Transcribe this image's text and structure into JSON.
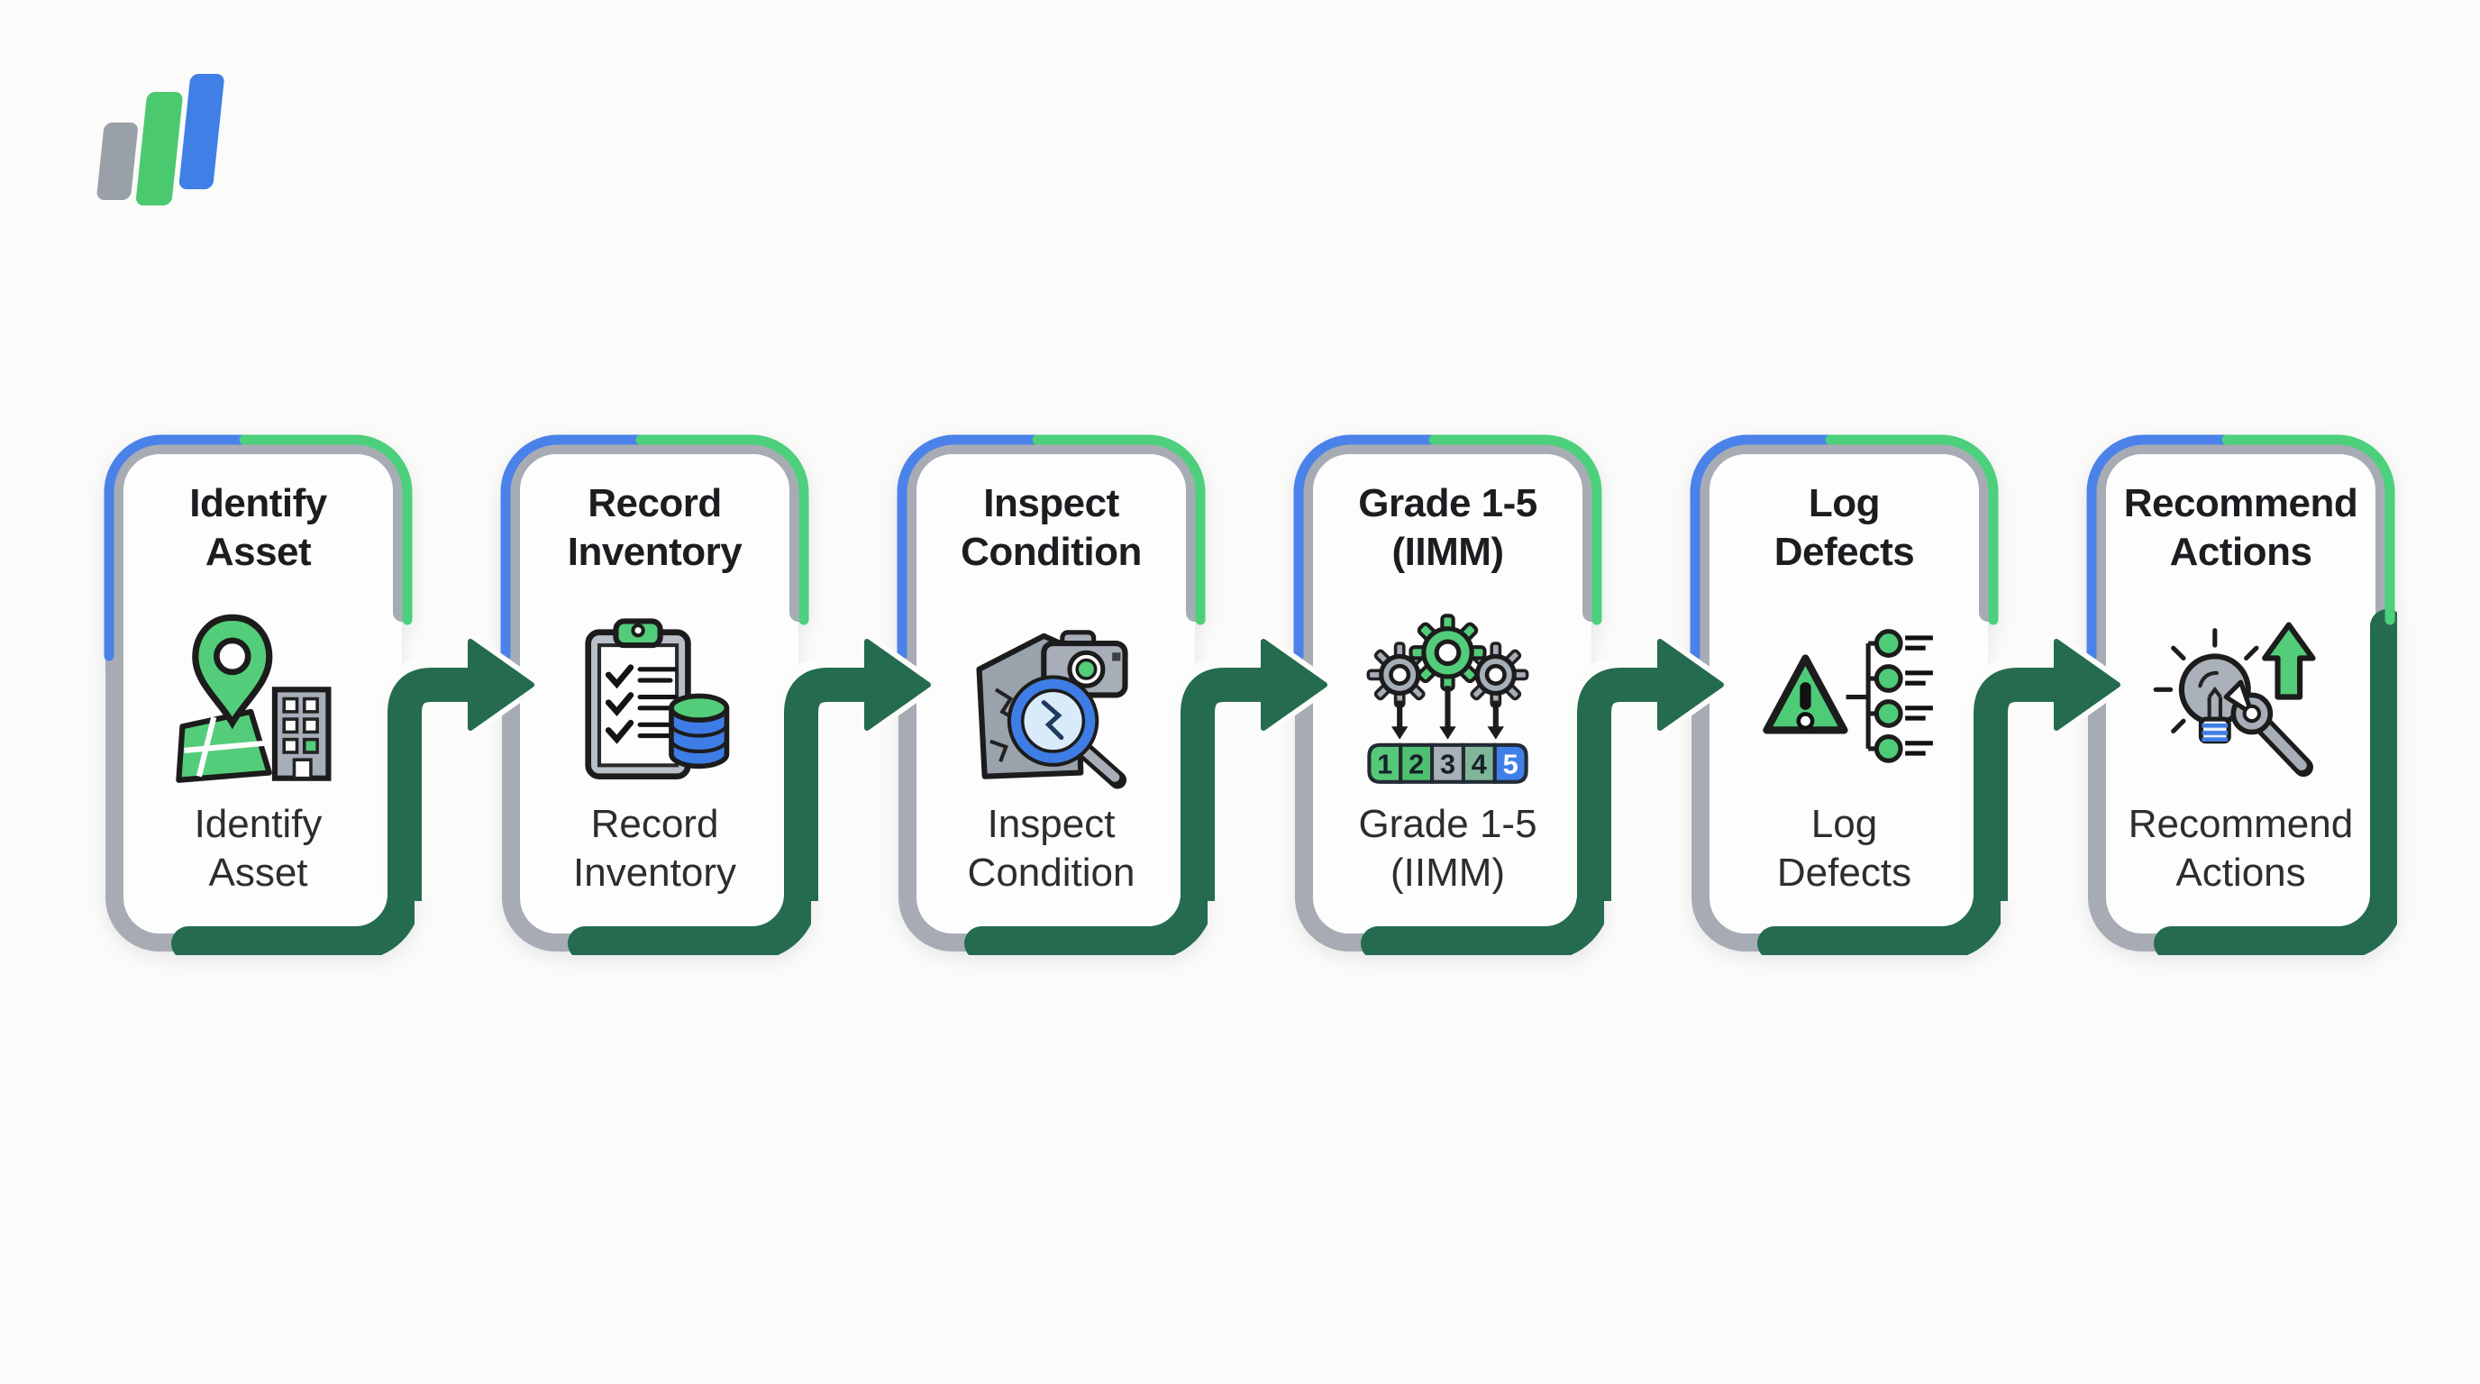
{
  "page": {
    "background": "#fbfbfa"
  },
  "logo": {
    "bars": [
      {
        "name": "short-bar",
        "color": "#9aa0a8"
      },
      {
        "name": "medium-bar",
        "color": "#4bc96f"
      },
      {
        "name": "tall-bar",
        "color": "#3f7fe6"
      }
    ]
  },
  "palette": {
    "accent_blue": "#4b82ea",
    "accent_green": "#4dd07c",
    "band_gray": "#a7acb4",
    "dark_green": "#256b4f",
    "icon_green": "#53cd79",
    "icon_gray": "#a7aeb8",
    "icon_blue": "#3d7de5",
    "text": "#1b1d20",
    "card_bg": "#fdfdfd"
  },
  "flow": {
    "direction": "left-to-right",
    "connector_color": "#256b4f",
    "arrow_count": 5
  },
  "steps": [
    {
      "title": "Identify Asset",
      "title_lines": [
        "Identify",
        "Asset"
      ],
      "caption_lines": [
        "Identify",
        "Asset"
      ],
      "icon": "map-pin-building-icon"
    },
    {
      "title": "Record Inventory",
      "title_lines": [
        "Record",
        "Inventory"
      ],
      "caption_lines": [
        "Record",
        "Inventory"
      ],
      "icon": "clipboard-database-icon"
    },
    {
      "title": "Inspect Condition",
      "title_lines": [
        "Inspect",
        "Condition"
      ],
      "caption_lines": [
        "Inspect",
        "Condition"
      ],
      "icon": "crack-camera-magnifier-icon"
    },
    {
      "title": "Grade 1-5 (IIMM)",
      "title_lines": [
        "Grade 1-5",
        "(IIMM)"
      ],
      "caption_lines": [
        "Grade 1-5",
        "(IIMM)"
      ],
      "icon": "gears-rating-scale-icon",
      "scale": {
        "labels": [
          "1",
          "2",
          "3",
          "4",
          "5"
        ],
        "colors": [
          "#57c878",
          "#4fbf70",
          "#a9b0b8",
          "#7fb598",
          "#3f7fe8"
        ]
      }
    },
    {
      "title": "Log Defects",
      "title_lines": [
        "Log",
        "Defects"
      ],
      "caption_lines": [
        "Log",
        "Defects"
      ],
      "icon": "warning-defect-list-icon"
    },
    {
      "title": "Recommend Actions",
      "title_lines": [
        "Recommend",
        "Actions"
      ],
      "caption_lines": [
        "Recommend",
        "Actions"
      ],
      "icon": "bulb-arrow-wrench-icon"
    }
  ]
}
